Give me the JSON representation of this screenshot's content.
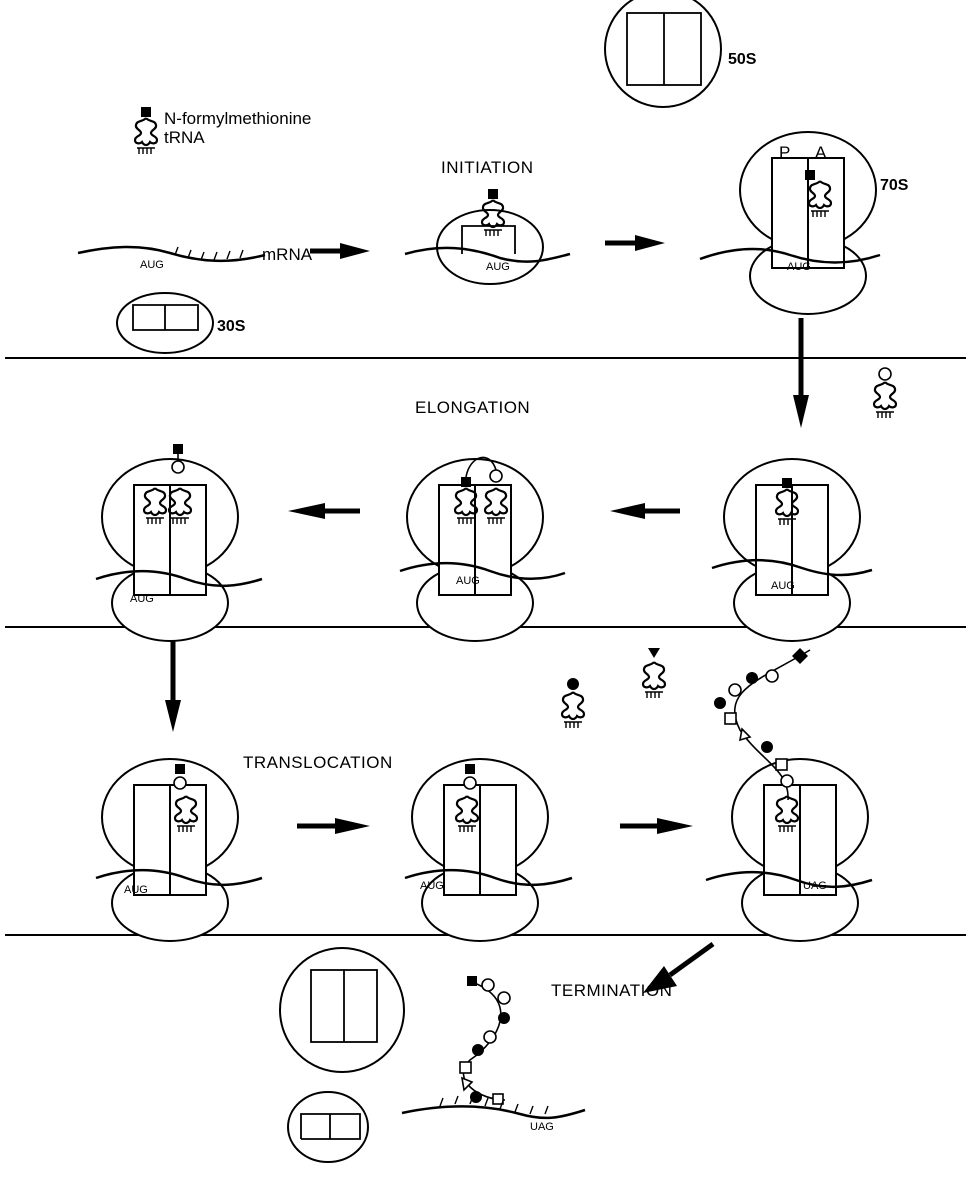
{
  "stages": {
    "initiation": "INITIATION",
    "elongation": "ELONGATION",
    "translocation": "TRANSLOCATION",
    "termination": "TERMINATION"
  },
  "labels": {
    "trna_line1": "N-formylmethionine",
    "trna_line2": "tRNA",
    "mrna": "mRNA",
    "large_subunit": "50S",
    "small_subunit": "30S",
    "ribosome": "70S",
    "p_site": "P",
    "a_site": "A",
    "start_codon": "AUG",
    "stop_codon": "UAG"
  },
  "colors": {
    "ink": "#000000",
    "background": "#ffffff"
  }
}
